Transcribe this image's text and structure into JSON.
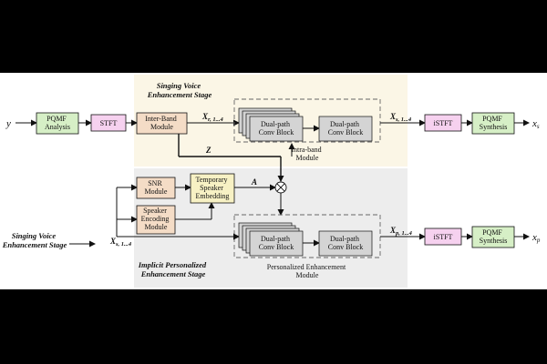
{
  "stages": {
    "singing_top": [
      "Singing Voice",
      "Enhancement Stage"
    ],
    "implicit": [
      "Implicit Personalized",
      "Enhancement Stage"
    ],
    "singing_left": [
      "Singing Voice",
      "Enhancement Stage"
    ]
  },
  "blocks": {
    "pqmf_analysis": [
      "PQMF",
      "Analysis"
    ],
    "stft": [
      "STFT"
    ],
    "inter_band": [
      "Inter-Band",
      "Module"
    ],
    "dual_path_1": [
      "Dual-path",
      "Conv Block"
    ],
    "dual_path_2": [
      "Dual-path",
      "Conv Block"
    ],
    "istft_top": [
      "iSTFT"
    ],
    "pqmf_synth_top": [
      "PQMF",
      "Synthesis"
    ],
    "snr": [
      "SNR",
      "Module"
    ],
    "speaker_enc": [
      "Speaker",
      "Encoding",
      "Module"
    ],
    "temp_speaker": [
      "Temporary",
      "Speaker",
      "Embedding"
    ],
    "dual_path_3": [
      "Dual-path",
      "Conv Block"
    ],
    "dual_path_4": [
      "Dual-path",
      "Conv Block"
    ],
    "istft_bottom": [
      "iSTFT"
    ],
    "pqmf_synth_bottom": [
      "PQMF",
      "Synthesis"
    ]
  },
  "modules": {
    "intra_band": [
      "Intra-band",
      "Module"
    ],
    "personalized": [
      "Personalized Enhancement",
      "Module"
    ]
  },
  "vars": {
    "y": "y",
    "x_r": "X",
    "x_r_sub": "r, 1...4",
    "z": "Z",
    "x_s_top": "X",
    "x_s_top_sub": "s, 1...4",
    "out_top": "x",
    "out_top_sub": "s",
    "a": "A",
    "x_s_bottom": "X",
    "x_s_bottom_sub": "s, 1...4",
    "x_p": "X",
    "x_p_sub": "p, 1...4",
    "out_bottom": "x",
    "out_bottom_sub": "p"
  },
  "colors": {
    "pqmf": "#d6efc6",
    "stft": "#f6d1ef",
    "inter_band": "#f4dcc6",
    "snr": "#f4dcc6",
    "temp_speaker": "#f7f1c4",
    "conv": "#d4d4d4",
    "top_bg": "#fbf6e6",
    "bottom_bg": "#ededed"
  }
}
